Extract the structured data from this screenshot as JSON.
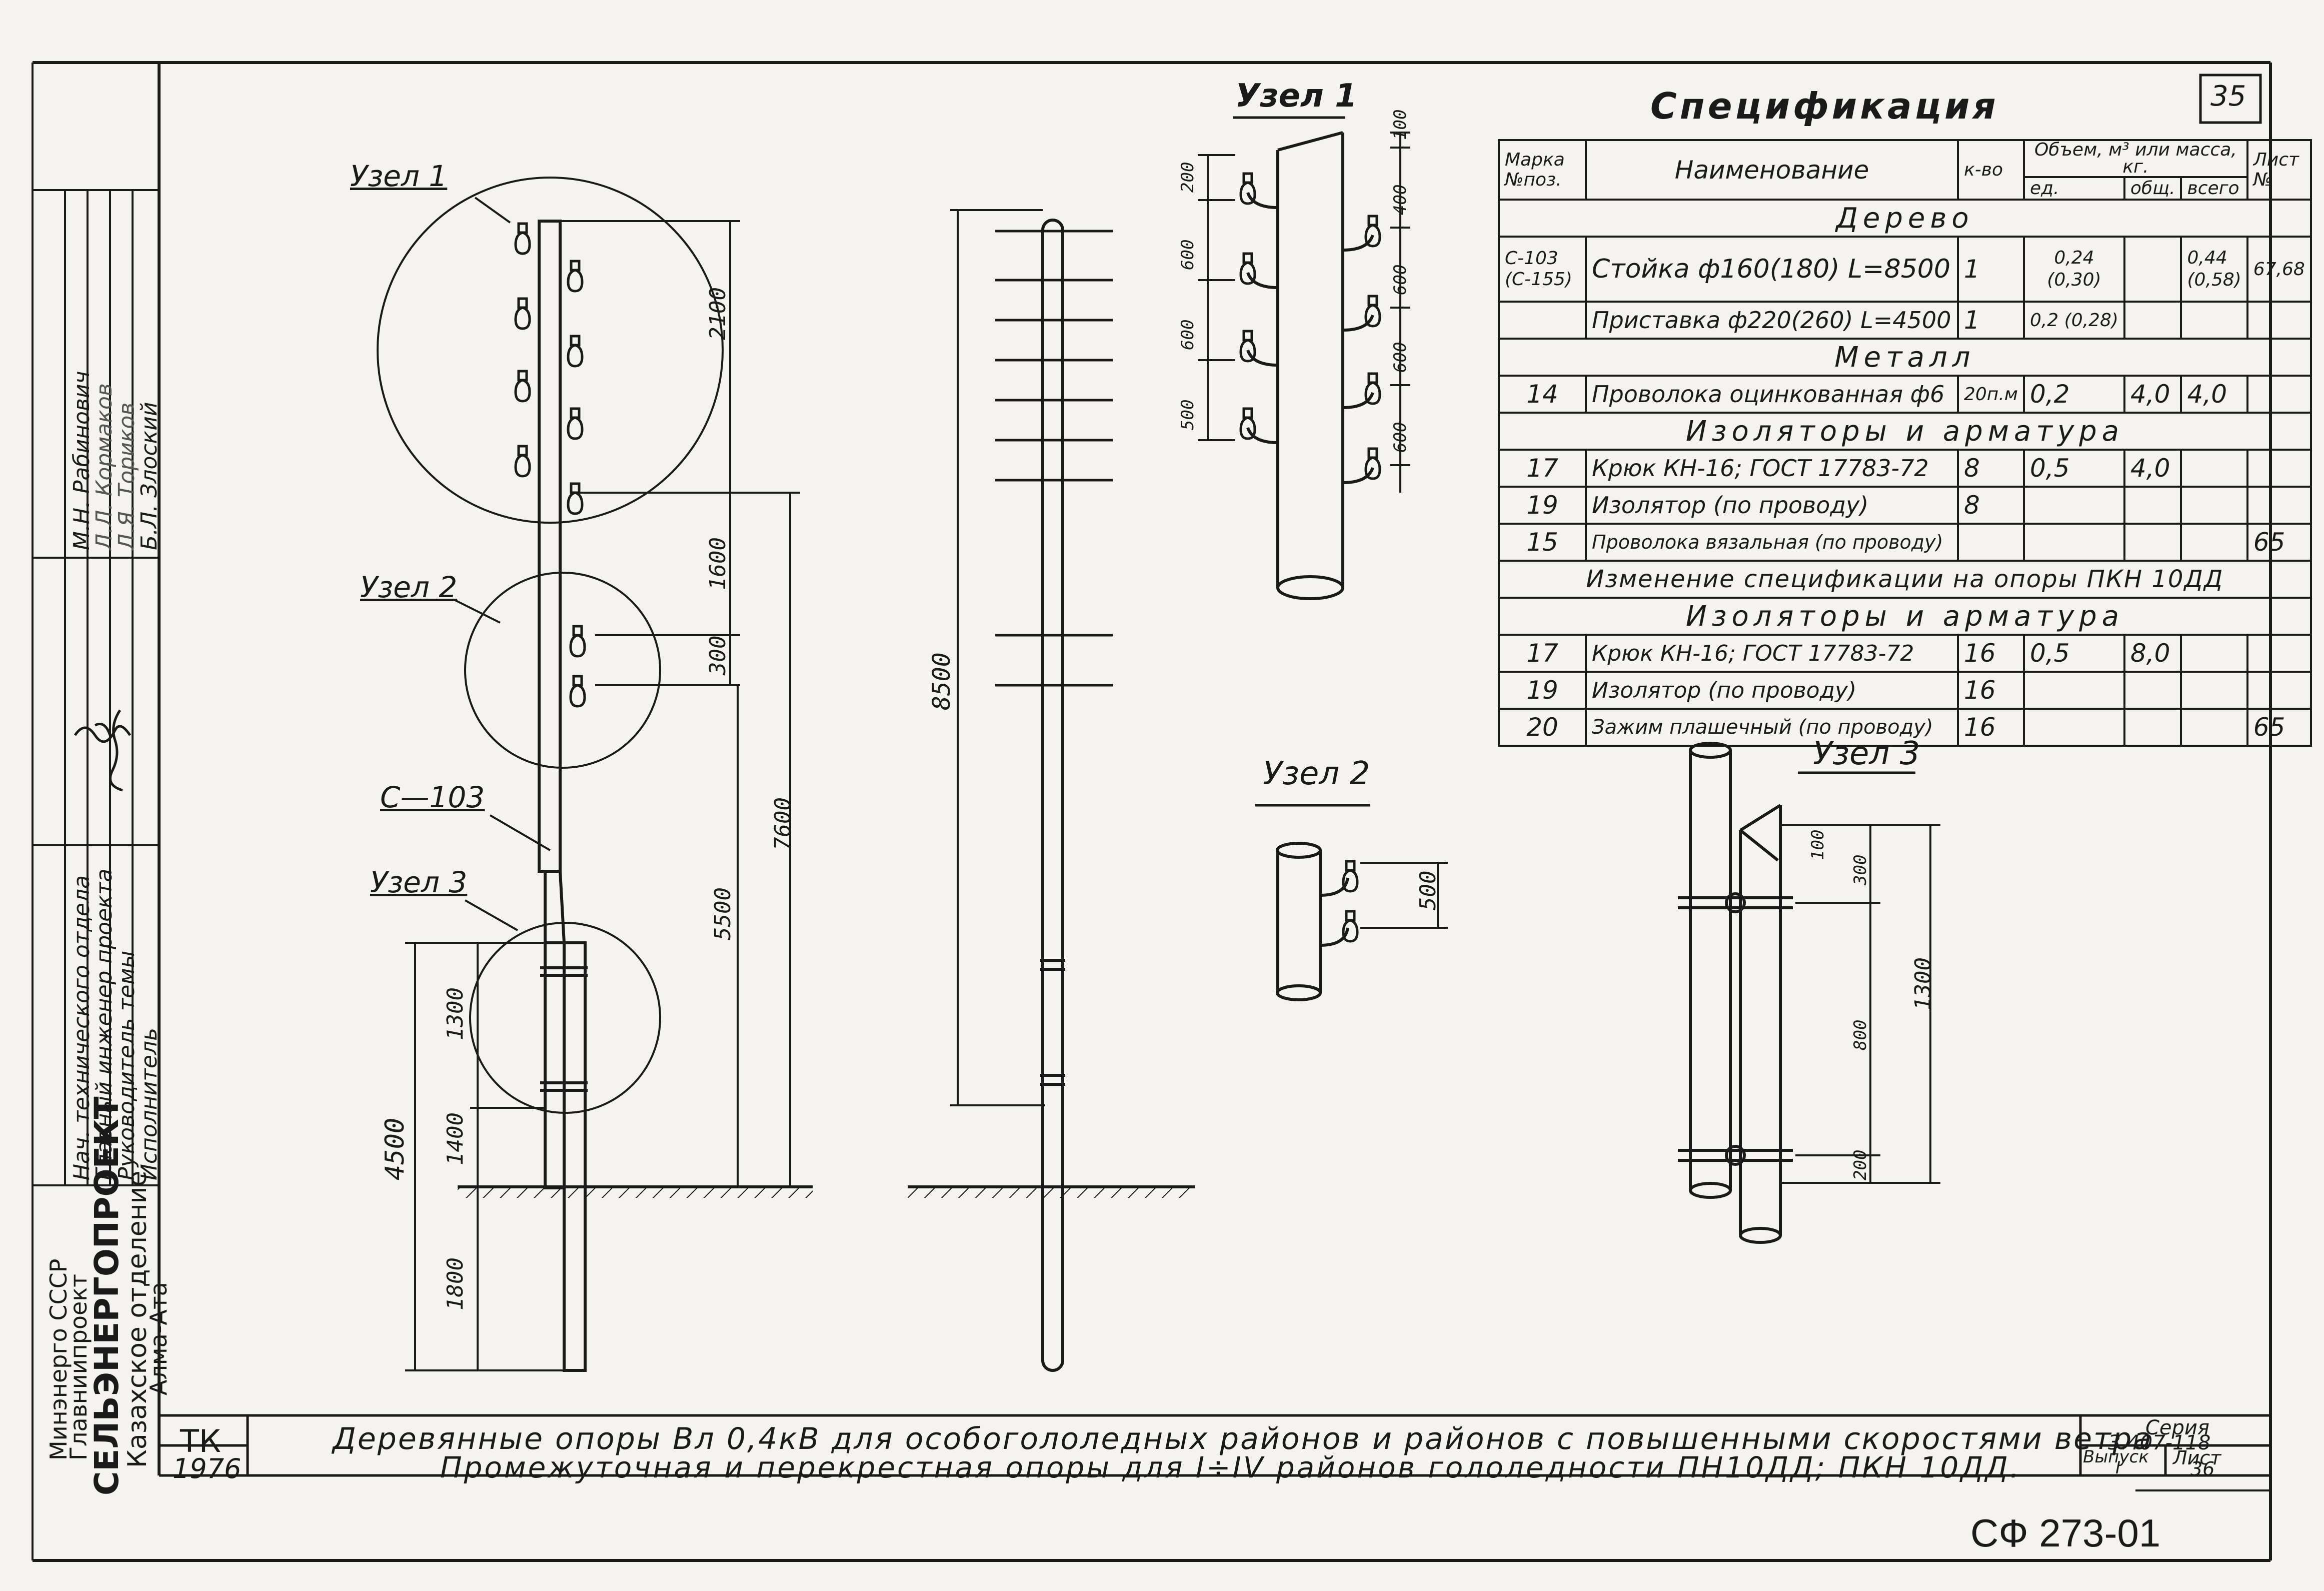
{
  "sheet_corner": "35",
  "stamp": {
    "org_lines": [
      "Минэнерго СССР",
      "Главниипроект",
      "СЕЛЬЭНЕРГОПРОЕКТ",
      "Казахское отделение",
      "Алма-Ата"
    ],
    "roles": [
      "Нач. технического отдела",
      "Главный инженер проекта",
      "Руководитель темы",
      "Исполнитель"
    ],
    "names": [
      "М.Н. Рабинович",
      "Л.Л. Кормаков",
      "Л.Я. Ториков",
      "Б.Л. Злоский"
    ]
  },
  "title_block": {
    "tk": "ТК",
    "year": "1976",
    "title1": "Деревянные опоры Вл 0,4кВ для особогололедных районов и районов с повышенными скоростями ветра",
    "title2": "Промежуточная и перекрестная опоры для I÷IV районов гололедности ПН10ДД; ПКН 10ДД.",
    "series_label": "Серия",
    "series": "3.407-118",
    "issue_label": "Выпуск",
    "issue": "I",
    "sheet_label": "Лист",
    "sheet": "36",
    "doc_code": "СФ 273-01"
  },
  "labels": {
    "node1": "Узел 1",
    "node2": "Узел 2",
    "node3": "Узел 3",
    "pole_mark": "С—103"
  },
  "dims": {
    "d2100": "2100",
    "d1600": "1600",
    "d300": "300",
    "d7600": "7600",
    "d5500": "5500",
    "d4500": "4500",
    "d1300": "1300",
    "d1400": "1400",
    "d1800": "1800",
    "d8500": "8500",
    "n1_100": "100",
    "n1_400": "400",
    "n1_600a": "600",
    "n1_600b": "600",
    "n1_600c": "600",
    "n1_200": "200",
    "n1_600d": "600",
    "n1_600e": "600",
    "n1_500": "500",
    "n2_500": "500",
    "n3_100": "100",
    "n3_300": "300",
    "n3_800": "800",
    "n3_1300": "1300",
    "n3_200": "200"
  },
  "spec": {
    "title": "Спецификация",
    "head": {
      "mark": "Марка №поз.",
      "name": "Наименование",
      "qty": "к-во",
      "vol": "Объем, м³ или масса, кг.",
      "unit": "ед.",
      "total": "общ.",
      "all": "всего",
      "sheet": "Лист №"
    },
    "sections": [
      "Дерево",
      "Металл",
      "Изоляторы и арматура",
      "Изменение спецификации на опоры ПКН 10ДД",
      "Изоляторы и арматура"
    ],
    "rows": [
      {
        "mark": "С-103 (С-155)",
        "name": "Стойка ф160(180) L=8500",
        "qty": "1",
        "unit": "0,24 (0,30)",
        "total": "",
        "all": "0,44 (0,58)",
        "sheet": "67,68"
      },
      {
        "mark": "",
        "name": "Приставка ф220(260) L=4500",
        "qty": "1",
        "unit": "0,2 (0,28)",
        "total": "",
        "all": "",
        "sheet": ""
      },
      {
        "mark": "14",
        "name": "Проволока оцинкованная ф6",
        "qty": "20п.м",
        "unit": "0,2",
        "total": "4,0",
        "all": "4,0",
        "sheet": ""
      },
      {
        "mark": "17",
        "name": "Крюк КН-16; ГОСТ 17783-72",
        "qty": "8",
        "unit": "0,5",
        "total": "4,0",
        "all": "",
        "sheet": ""
      },
      {
        "mark": "19",
        "name": "Изолятор (по проводу)",
        "qty": "8",
        "unit": "",
        "total": "",
        "all": "",
        "sheet": ""
      },
      {
        "mark": "15",
        "name": "Проволока вязальная (по проводу)",
        "qty": "",
        "unit": "",
        "total": "",
        "all": "",
        "sheet": "65"
      },
      {
        "mark": "17",
        "name": "Крюк КН-16; ГОСТ 17783-72",
        "qty": "16",
        "unit": "0,5",
        "total": "8,0",
        "all": "",
        "sheet": ""
      },
      {
        "mark": "19",
        "name": "Изолятор (по проводу)",
        "qty": "16",
        "unit": "",
        "total": "",
        "all": "",
        "sheet": ""
      },
      {
        "mark": "20",
        "name": "Зажим плашечный (по проводу)",
        "qty": "16",
        "unit": "",
        "total": "",
        "all": "",
        "sheet": "65"
      }
    ]
  }
}
